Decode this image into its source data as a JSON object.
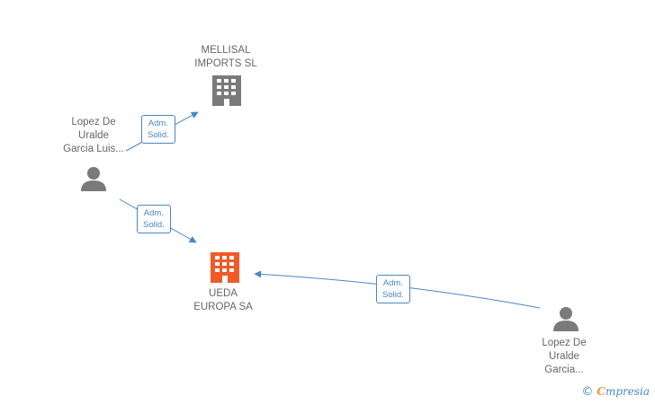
{
  "nodes": {
    "mellisal": {
      "lines": [
        "MELLISAL",
        "IMPORTS  SL"
      ],
      "type": "company",
      "color": "#7a7a7a"
    },
    "person1": {
      "lines": [
        "Lopez De",
        "Uralde",
        "Garcia Luis..."
      ],
      "type": "person",
      "color": "#7a7a7a"
    },
    "ueda": {
      "lines": [
        "UEDA",
        "EUROPA SA"
      ],
      "type": "company",
      "color": "#f05a28"
    },
    "person2": {
      "lines": [
        "Lopez De",
        "Uralde",
        "Garcia..."
      ],
      "type": "person",
      "color": "#7a7a7a"
    }
  },
  "edges": {
    "e1": {
      "lines": [
        "Adm.",
        "Solid."
      ],
      "from": "person1",
      "to": "mellisal"
    },
    "e2": {
      "lines": [
        "Adm.",
        "Solid."
      ],
      "from": "person1",
      "to": "ueda"
    },
    "e3": {
      "lines": [
        "Adm.",
        "Solid."
      ],
      "from": "person2",
      "to": "ueda"
    }
  },
  "colors": {
    "edge": "#4a86c7",
    "label": "#666666"
  },
  "brand": {
    "copyright": "©",
    "name_first": "C",
    "name_rest": "mpresia"
  }
}
